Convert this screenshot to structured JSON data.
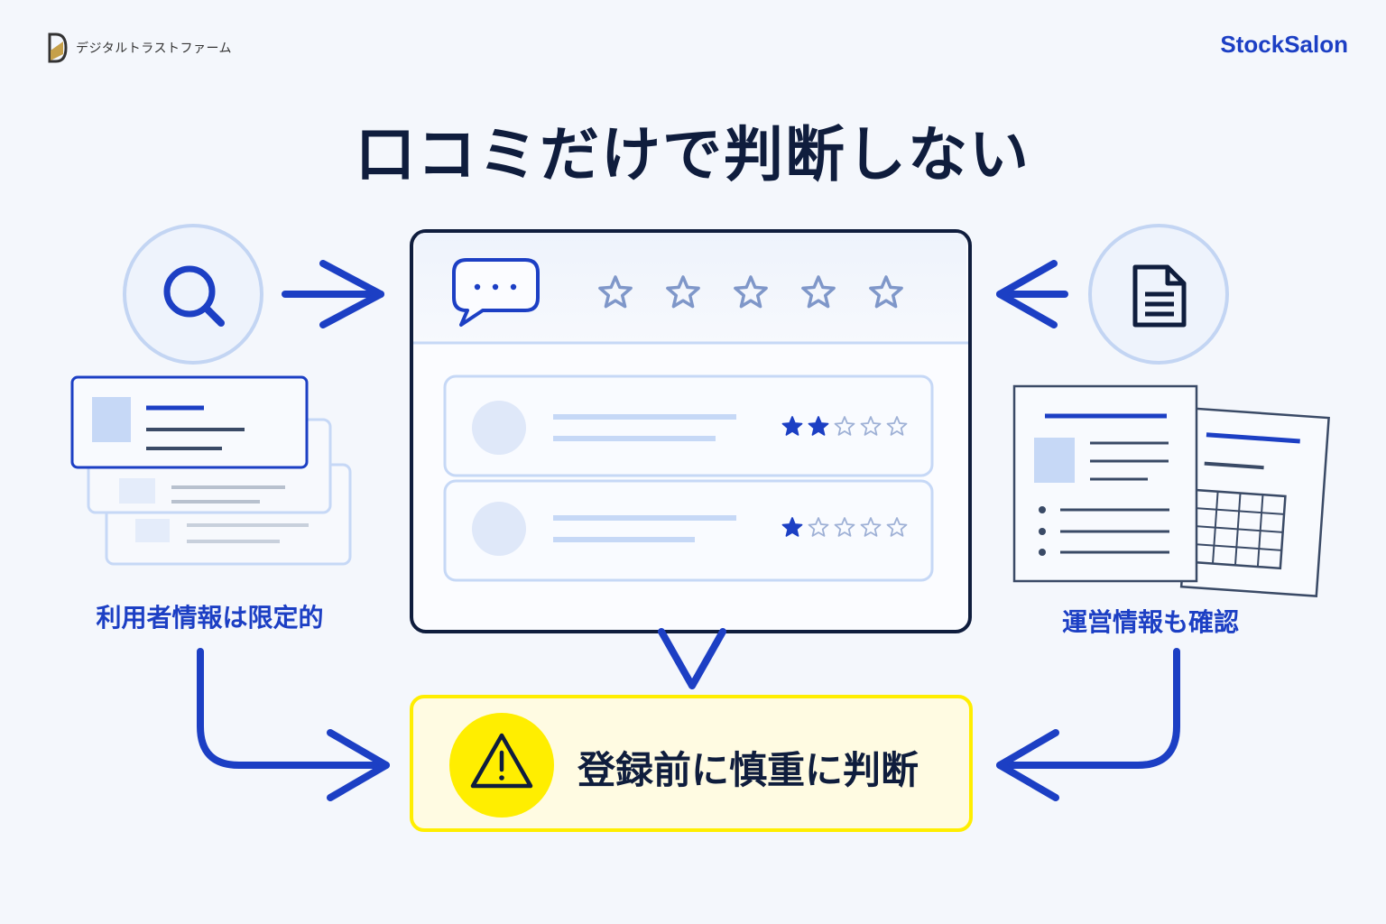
{
  "brand": {
    "left_name": "デジタルトラストファーム",
    "right_name": "StockSalon"
  },
  "title": "口コミだけで判断しない",
  "left": {
    "caption": "利用者情報は限定的"
  },
  "right": {
    "caption": "運営情報も確認"
  },
  "review_panel": {
    "top_rating_total": 5,
    "reviews": [
      {
        "filled_stars": 2,
        "total_stars": 5
      },
      {
        "filled_stars": 1,
        "total_stars": 5
      }
    ]
  },
  "result": {
    "text": "登録前に慎重に判断"
  },
  "colors": {
    "accent_blue": "#1c3fc4",
    "navy": "#0f1d3d",
    "light_blue": "#c6d8f6",
    "warning_yellow": "#ffee00"
  },
  "icons": [
    "logo-icon",
    "search-icon",
    "document-icon",
    "chat-icon",
    "star-icon",
    "warning-icon"
  ]
}
